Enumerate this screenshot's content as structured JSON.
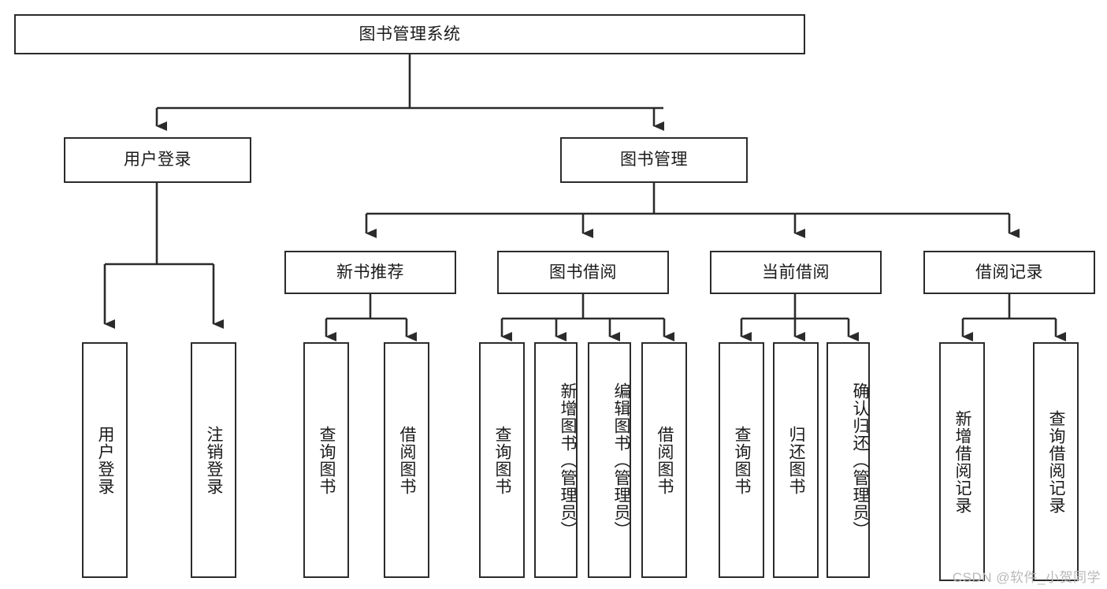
{
  "diagram": {
    "title": "图书管理系统",
    "type": "tree-hierarchy",
    "style": {
      "box_border": "#2b2b2b",
      "box_fill": "#ffffff",
      "line": "#2b2b2b",
      "text": "#1a1a1a",
      "watermark": "#b9b9b9"
    }
  },
  "root": {
    "label": "图书管理系统"
  },
  "level1": [
    {
      "label": "用户登录"
    },
    {
      "label": "图书管理"
    }
  ],
  "level2": [
    {
      "label": "新书推荐"
    },
    {
      "label": "图书借阅"
    },
    {
      "label": "当前借阅"
    },
    {
      "label": "借阅记录"
    }
  ],
  "leaves": {
    "user_login": [
      {
        "label": "用户登录"
      },
      {
        "label": "注销登录"
      }
    ],
    "new_book_recommend": [
      {
        "label": "查询图书"
      },
      {
        "label": "借阅图书"
      }
    ],
    "book_borrow": [
      {
        "label": "查询图书"
      },
      {
        "label": "新增图书（管理员）"
      },
      {
        "label": "编辑图书（管理员）"
      },
      {
        "label": "借阅图书"
      }
    ],
    "current_borrow": [
      {
        "label": "查询图书"
      },
      {
        "label": "归还图书"
      },
      {
        "label": "确认归还（管理员）"
      }
    ],
    "borrow_record": [
      {
        "label": "新增借阅记录"
      },
      {
        "label": "查询借阅记录"
      }
    ]
  },
  "watermark": {
    "text": "CSDN @软件_小贺同学"
  }
}
